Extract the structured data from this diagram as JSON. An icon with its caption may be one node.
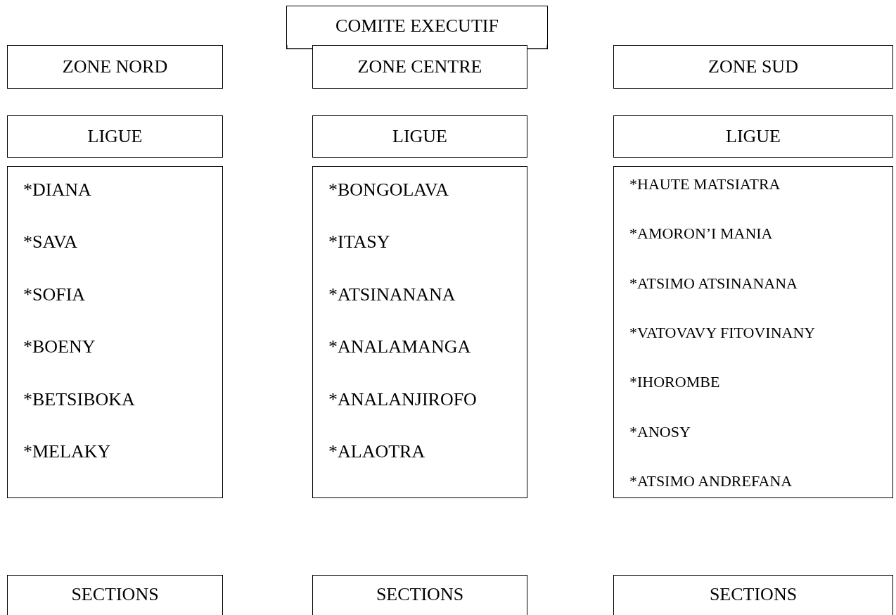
{
  "diagram": {
    "nodes": [
      {
        "text": [
          "COMITE EXECUTIF"
        ]
      },
      {
        "text": [
          "ZONE NORD"
        ]
      },
      {
        "text": [
          "ZONE CENTRE"
        ]
      },
      {
        "text": [
          "ZONE SUD"
        ]
      },
      {
        "text": [
          "LIGUE"
        ]
      },
      {
        "text": [
          "LIGUE"
        ]
      },
      {
        "text": [
          "LIGUE"
        ]
      },
      {
        "text": [
          "*DIANA",
          "*SAVA",
          "*SOFIA",
          "*BOENY",
          "*BETSIBOKA",
          "*MELAKY"
        ]
      },
      {
        "text": [
          "*BONGOLAVA",
          "*ITASY",
          "*ATSINANANA",
          "*ANALAMANGA",
          "*ANALANJIROFO",
          "*ALAOTRA"
        ]
      },
      {
        "text": [
          "*HAUTE MATSIATRA",
          "*AMORON’I MANIA",
          "*ATSIMO ATSINANANA",
          "*VATOVAVY FITOVINANY",
          "*IHOROMBE",
          "*ANOSY",
          "*ATSIMO ANDREFANA"
        ]
      },
      {
        "text": [
          "SECTIONS"
        ]
      },
      {
        "text": [
          "SECTIONS"
        ]
      },
      {
        "text": [
          "SECTIONS"
        ]
      }
    ]
  }
}
